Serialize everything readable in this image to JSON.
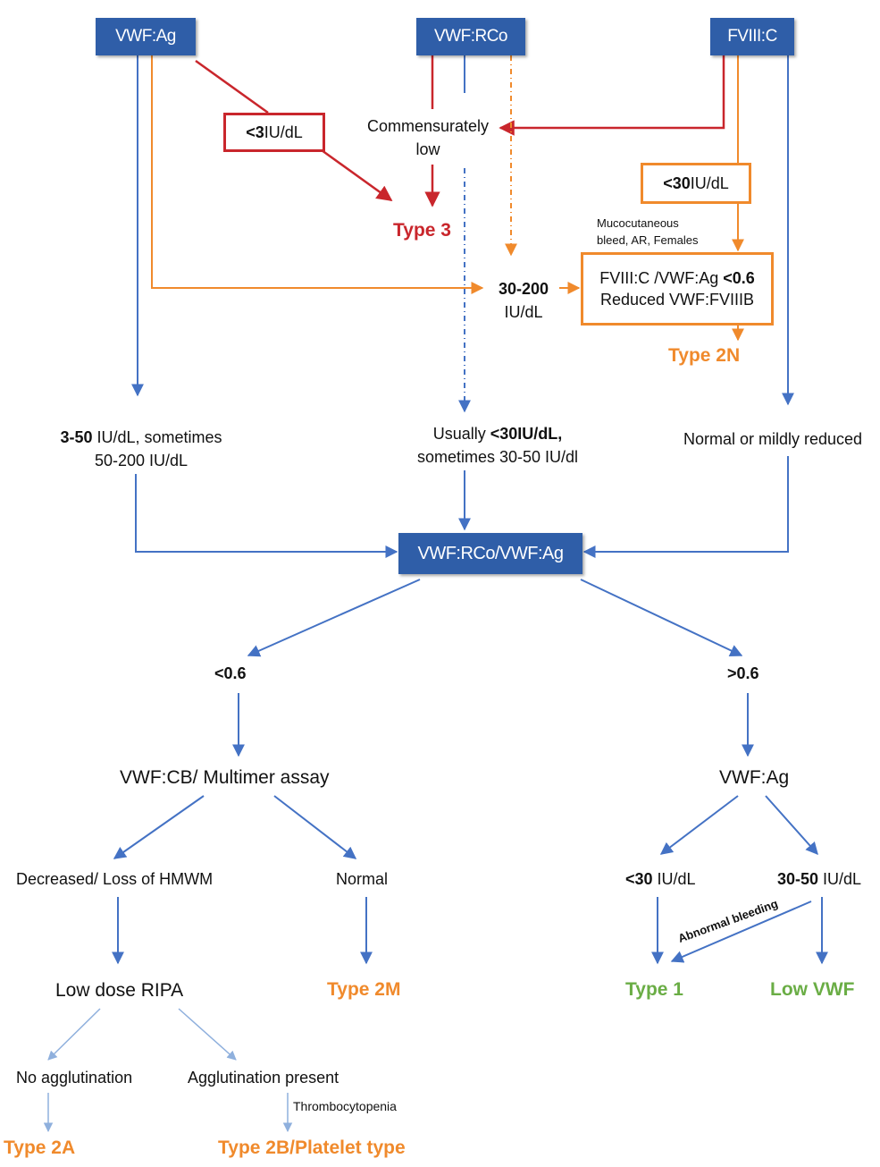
{
  "top_boxes": {
    "vwf_ag": "VWF:Ag",
    "vwf_rco": "VWF:RCo",
    "fviii_c": "FVIII:C"
  },
  "red_branch": {
    "threshold_bold": "<3",
    "threshold_unit": " IU/dL",
    "commensurate_line1": "Commensurately",
    "commensurate_line2": "low",
    "result": "Type 3"
  },
  "orange_branch": {
    "fviii_threshold_bold": "<30",
    "fviii_threshold_unit": " IU/dL",
    "note_line1": "Mucocutaneous",
    "note_line2": "bleed, AR, Females",
    "range_bold": "30-200",
    "range_unit": "IU/dL",
    "ratio_line1_a": "FVIII:C /VWF:Ag ",
    "ratio_line1_b": "<0.6",
    "ratio_line2": "Reduced VWF:FVIIIB",
    "result": "Type 2N"
  },
  "middle_values": {
    "ag_line1_bold": "3-50",
    "ag_line1_rest": " IU/dL, sometimes",
    "ag_line2": "50-200 IU/dL",
    "rco_line1_a": "Usually ",
    "rco_line1_b": "<30IU/dL,",
    "rco_line2": "sometimes 30-50 IU/dl",
    "fviii_line1": "Normal or mildly reduced"
  },
  "ratio_box": "VWF:RCo/VWF:Ag",
  "left_branch": {
    "threshold": "<0.6",
    "assay": "VWF:CB/ Multimer assay",
    "decreased": "Decreased/ Loss of HMWM",
    "normal": "Normal",
    "ripa": "Low dose RIPA",
    "type2m": "Type 2M",
    "no_agglutination": "No agglutination",
    "agglutination": "Agglutination present",
    "thrombocytopenia": "Thrombocytopenia",
    "type2a": "Type 2A",
    "type2b": "Type 2B/Platelet type"
  },
  "right_branch": {
    "threshold": ">0.6",
    "vwf_ag": "VWF:Ag",
    "low_bold": "<30",
    "low_unit": " IU/dL",
    "mid_bold": "30-50",
    "mid_unit": " IU/dL",
    "abnormal": "Abnormal bleeding",
    "type1": "Type 1",
    "low_vwf": "Low VWF"
  },
  "colors": {
    "blue": "#2f5ea8",
    "line_blue": "#4472c4",
    "red": "#c9262c",
    "orange": "#f08a2c",
    "green": "#6aad45"
  }
}
